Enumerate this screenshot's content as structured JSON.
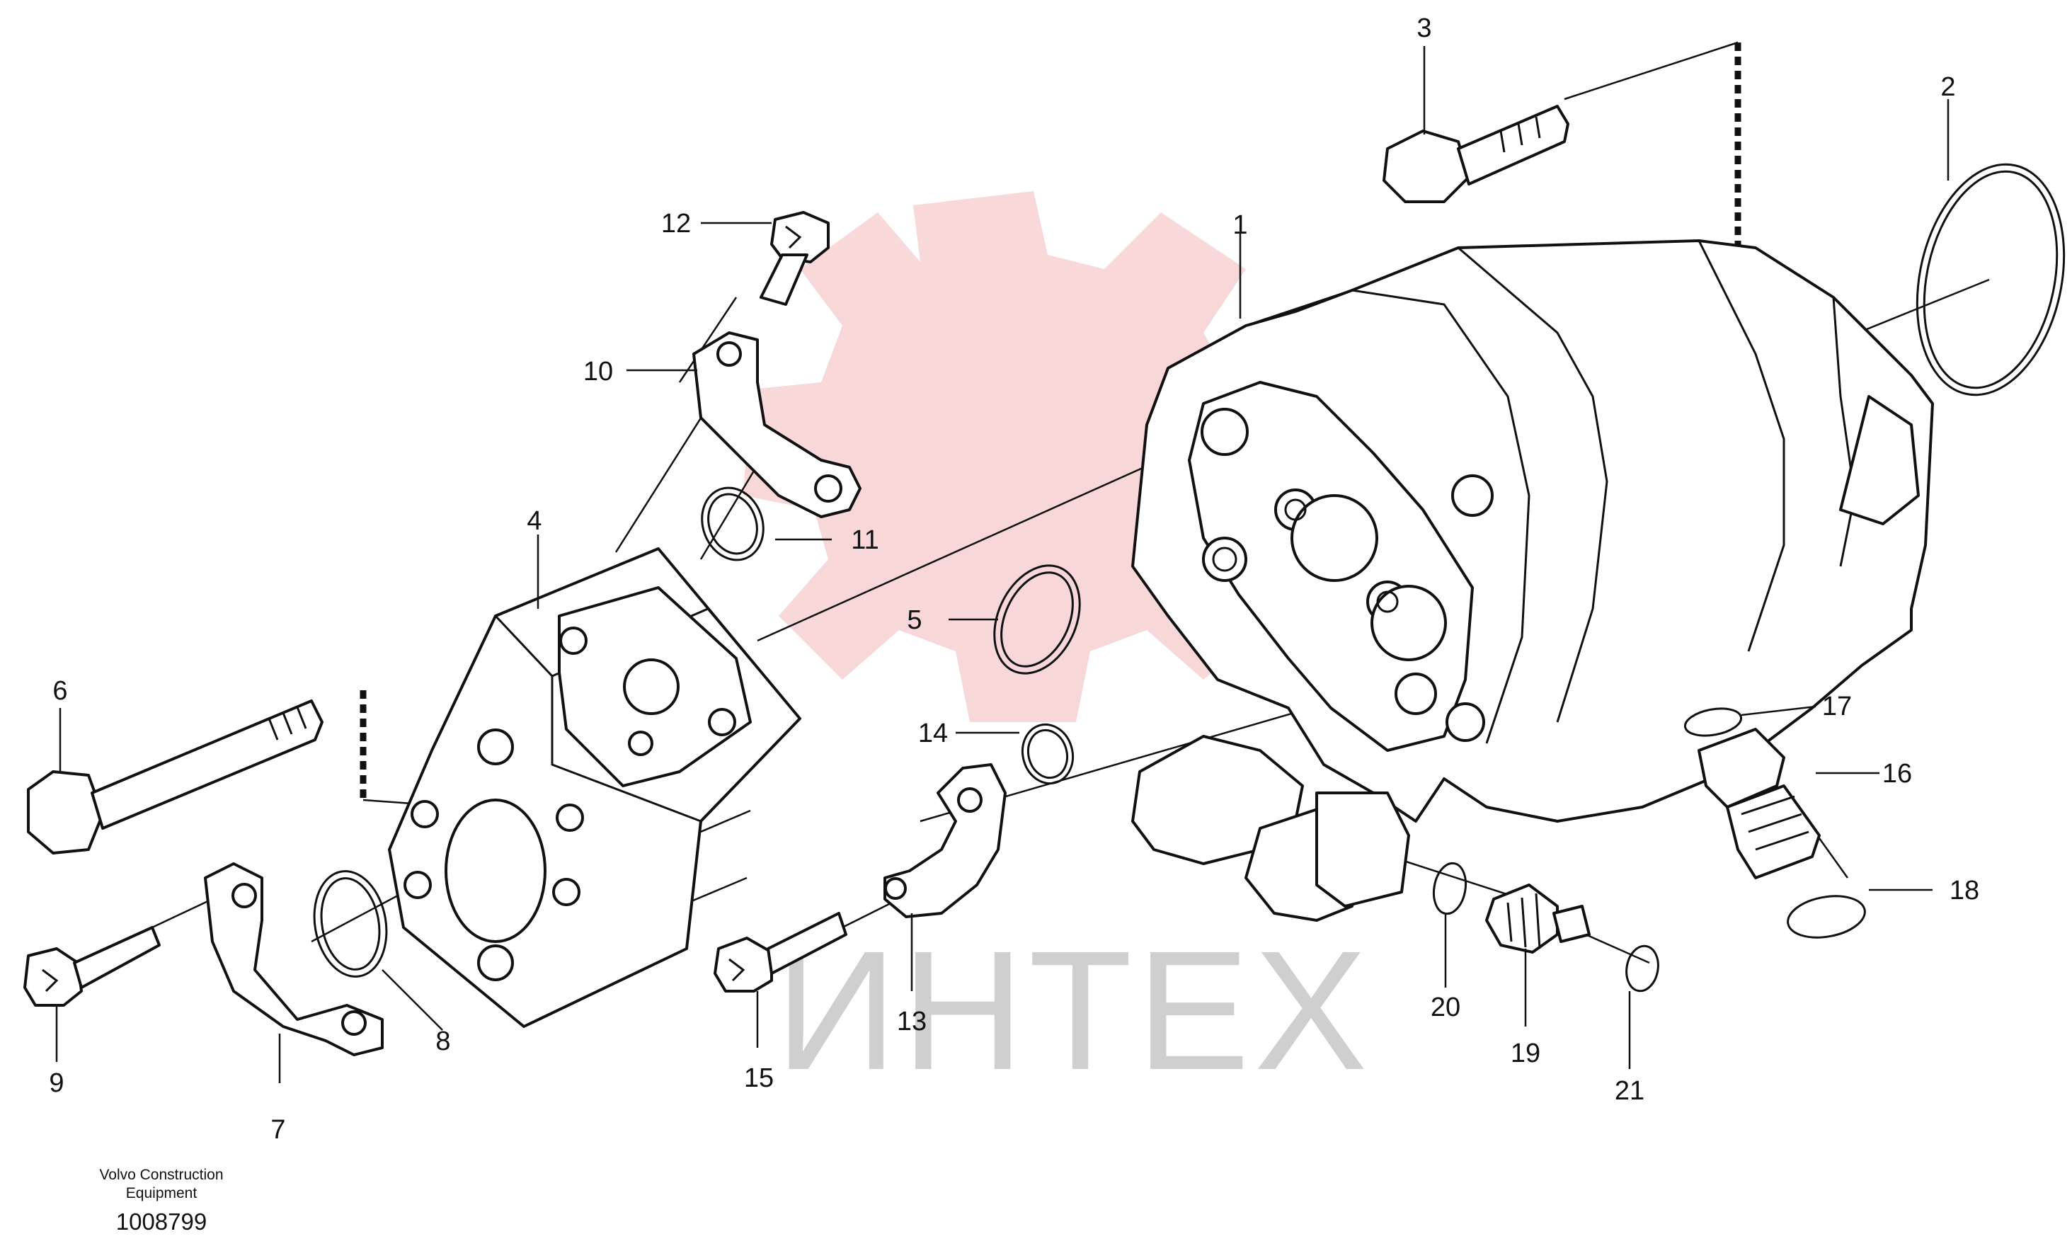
{
  "diagram": {
    "callouts": [
      {
        "id": "1",
        "label": "1"
      },
      {
        "id": "2",
        "label": "2"
      },
      {
        "id": "3",
        "label": "3"
      },
      {
        "id": "4",
        "label": "4"
      },
      {
        "id": "5",
        "label": "5"
      },
      {
        "id": "6",
        "label": "6"
      },
      {
        "id": "7",
        "label": "7"
      },
      {
        "id": "8",
        "label": "8"
      },
      {
        "id": "9",
        "label": "9"
      },
      {
        "id": "10",
        "label": "10"
      },
      {
        "id": "11",
        "label": "11"
      },
      {
        "id": "12",
        "label": "12"
      },
      {
        "id": "13",
        "label": "13"
      },
      {
        "id": "14",
        "label": "14"
      },
      {
        "id": "15",
        "label": "15"
      },
      {
        "id": "16",
        "label": "16"
      },
      {
        "id": "17",
        "label": "17"
      },
      {
        "id": "18",
        "label": "18"
      },
      {
        "id": "19",
        "label": "19"
      },
      {
        "id": "20",
        "label": "20"
      },
      {
        "id": "21",
        "label": "21"
      }
    ],
    "watermark": {
      "text": "ИНТЕХ",
      "color": "#f2b8b8",
      "text_color": "#cfcfcf"
    },
    "caption": {
      "company_line1": "Volvo Construction",
      "company_line2": "Equipment",
      "code": "1008799"
    }
  }
}
